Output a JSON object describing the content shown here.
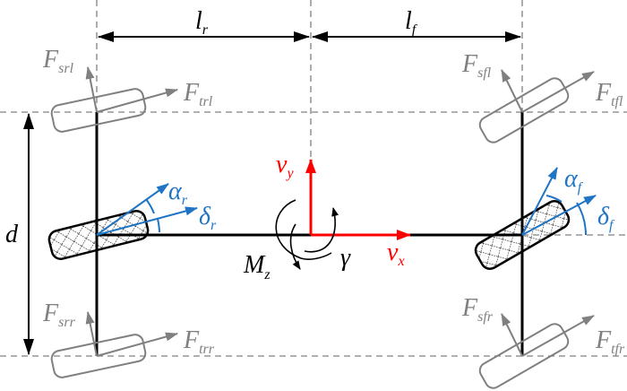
{
  "colors": {
    "black": "#000000",
    "gray": "#808080",
    "blue": "#1f74c4",
    "red": "#ff0000"
  },
  "dimensions": {
    "lr": {
      "main": "l",
      "sub": "r"
    },
    "lf": {
      "main": "l",
      "sub": "f"
    },
    "d": "d"
  },
  "forces": {
    "Fsrl": {
      "main": "F",
      "sub": "srl"
    },
    "Ftrl": {
      "main": "F",
      "sub": "trl"
    },
    "Fsfl": {
      "main": "F",
      "sub": "sfl"
    },
    "Ftfl": {
      "main": "F",
      "sub": "tfl"
    },
    "Fsrr": {
      "main": "F",
      "sub": "srr"
    },
    "Ftrr": {
      "main": "F",
      "sub": "trr"
    },
    "Fsfr": {
      "main": "F",
      "sub": "sfr"
    },
    "Ftfr": {
      "main": "F",
      "sub": "tfr"
    }
  },
  "angles": {
    "alpha_r": {
      "main": "α",
      "sub": "r"
    },
    "delta_r": {
      "main": "δ",
      "sub": "r"
    },
    "alpha_f": {
      "main": "α",
      "sub": "f"
    },
    "delta_f": {
      "main": "δ",
      "sub": "f"
    },
    "gamma": "γ"
  },
  "velocities": {
    "vx": {
      "main": "v",
      "sub": "x"
    },
    "vy": {
      "main": "v",
      "sub": "y"
    }
  },
  "moment": {
    "main": "M",
    "sub": "z"
  }
}
